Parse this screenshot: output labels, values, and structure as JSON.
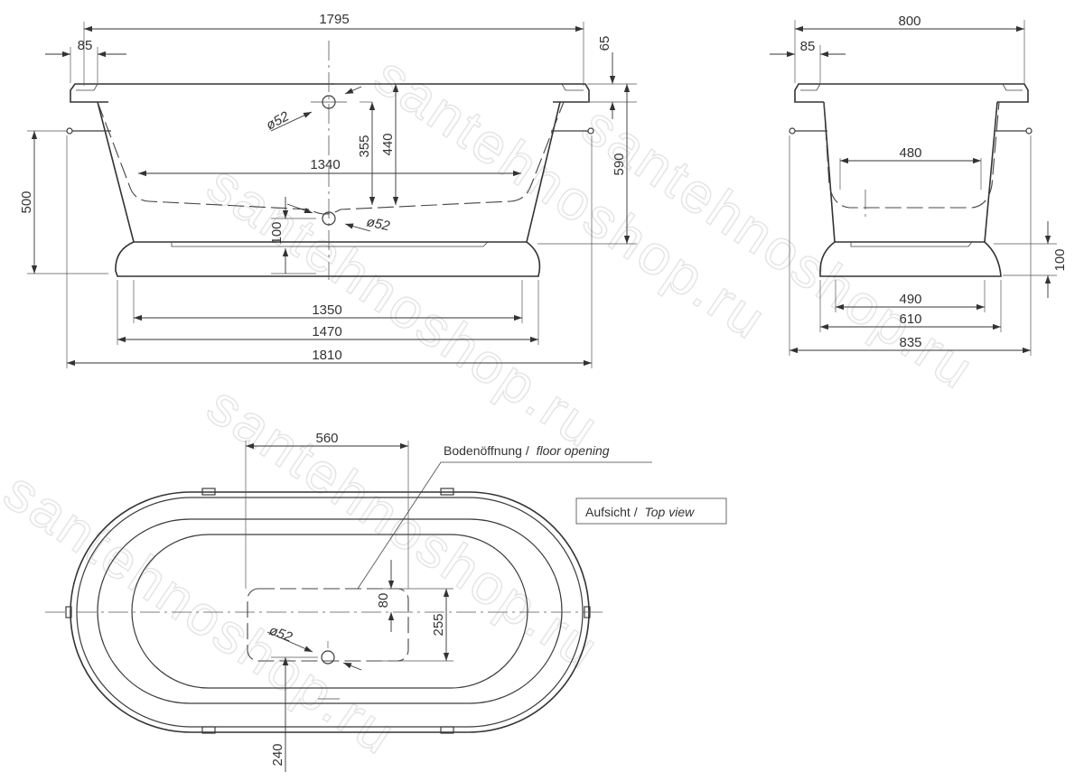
{
  "watermark": "santehnoshop.ru",
  "front_view": {
    "dims": {
      "top_length": "1795",
      "rim_offset": "85",
      "rim_height": "65",
      "height_total": "590",
      "foot_height": "500",
      "inner_length": "1340",
      "depth_outlet": "355",
      "depth_inner": "440",
      "outlet_diameter_top": "ø52",
      "outlet_diameter_bottom": "ø52",
      "floor_offset": "100",
      "base_inner": "1350",
      "base_outer": "1470",
      "overall_length": "1810"
    }
  },
  "side_view": {
    "dims": {
      "top_width": "800",
      "rim_offset": "85",
      "inner_width": "480",
      "base_height": "100",
      "base_inner": "490",
      "base_outer": "610",
      "overall_width": "835"
    }
  },
  "top_view": {
    "title_de": "Aufsicht /",
    "title_en": "Top view",
    "floor_opening_de": "Bodenöffnung /",
    "floor_opening_en": "floor opening",
    "dims": {
      "opening_width": "560",
      "opening_offset": "80",
      "opening_height": "255",
      "outlet_diameter": "ø52",
      "outlet_distance": "240"
    }
  }
}
